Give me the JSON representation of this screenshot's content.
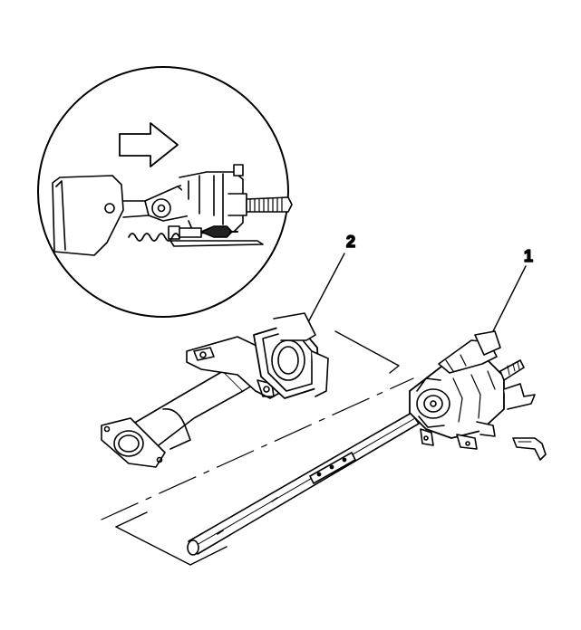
{
  "figure": {
    "callouts": [
      {
        "label": "1",
        "part": "steering-column-upper"
      },
      {
        "label": "2",
        "part": "steering-column-lower-support"
      }
    ],
    "detail_view": {
      "arrow": "direction-arrow-right-icon"
    },
    "colors": {
      "line": "#000000",
      "fill": "#ffffff",
      "shade": "#e6e6e6"
    }
  }
}
